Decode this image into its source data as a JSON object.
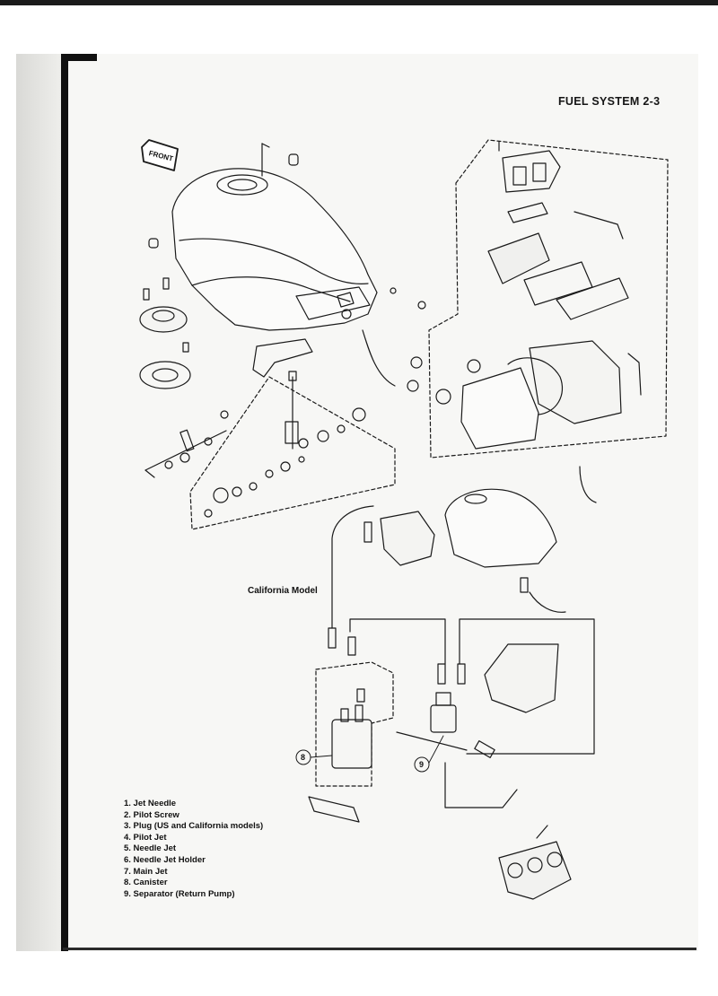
{
  "header": {
    "title": "FUEL SYSTEM 2-3"
  },
  "diagram": {
    "front_arrow_label": "FRONT",
    "variant_label": "California Model",
    "callouts": {
      "canister": "8",
      "separator": "9"
    }
  },
  "legend": {
    "items": [
      {
        "label": "1. Jet Needle"
      },
      {
        "label": "2. Pilot Screw"
      },
      {
        "label": "3. Plug (US and California models)"
      },
      {
        "label": "4. Pilot Jet"
      },
      {
        "label": "5. Needle Jet"
      },
      {
        "label": "6. Needle Jet Holder"
      },
      {
        "label": "7. Main Jet"
      },
      {
        "label": "8. Canister"
      },
      {
        "label": "9. Separator (Return Pump)"
      }
    ]
  }
}
